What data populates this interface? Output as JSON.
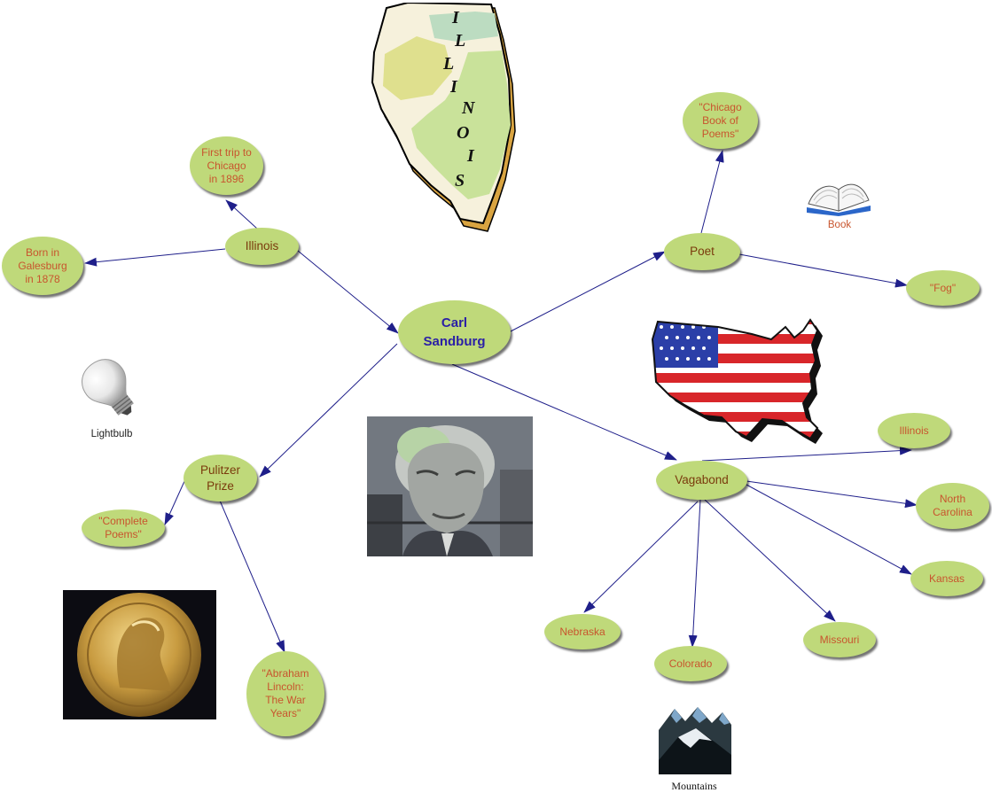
{
  "central": {
    "label": "Carl\nSandburg"
  },
  "topics": {
    "illinois": "Illinois",
    "poet": "Poet",
    "pulitzer": "Pulitzer\nPrize",
    "vagabond": "Vagabond"
  },
  "details": {
    "first_trip": "First trip to\nChicago\nin 1896",
    "born": "Born in\nGalesburg\nin 1878",
    "chicago_poems": "\"Chicago\nBook of\nPoems\"",
    "fog": "\"Fog\"",
    "complete_poems": "\"Complete\nPoems\"",
    "lincoln": "\"Abraham\nLincoln:\nThe War\nYears\"",
    "v_illinois": "Illinois",
    "north_carolina": "North\nCarolina",
    "kansas": "Kansas",
    "missouri": "Missouri",
    "colorado": "Colorado",
    "nebraska": "Nebraska"
  },
  "images": {
    "illinois_letters": [
      "I",
      "L",
      "L",
      "I",
      "N",
      "O",
      "I",
      "S"
    ],
    "book": "Book",
    "lightbulb": "Lightbulb",
    "mountains": "Mountains"
  },
  "colors": {
    "node_fill": "#bfd97a",
    "central_text": "#2a1fa6",
    "topic_text": "#7a3a0c",
    "detail_text": "#c8552e",
    "link_line": "#1f1f8a"
  }
}
